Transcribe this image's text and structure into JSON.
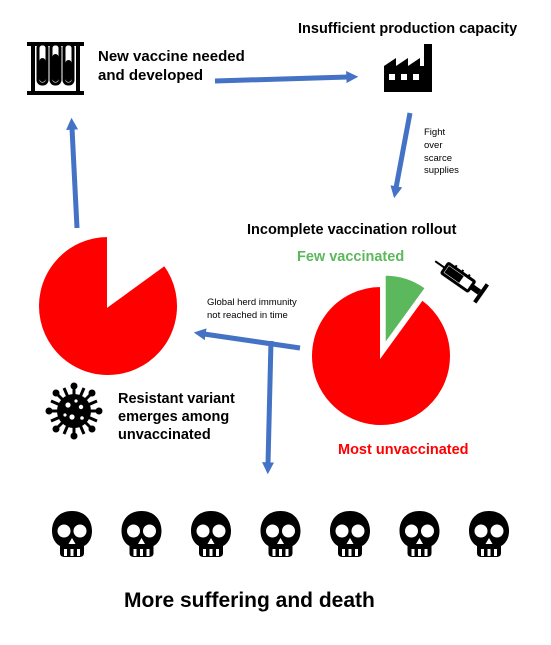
{
  "nodes": {
    "new_vaccine": [
      "New vaccine needed",
      "and developed"
    ],
    "production": "Insufficient production capacity",
    "fight": [
      "Fight",
      "over",
      "scarce",
      "supplies"
    ],
    "rollout": "Incomplete vaccination rollout",
    "few_vaccinated": "Few vaccinated",
    "most_unvaccinated": "Most unvaccinated",
    "herd_immunity": [
      "Global herd immunity",
      "not reached in time"
    ],
    "resistant_variant": [
      "Resistant variant",
      "emerges among",
      "unvaccinated"
    ],
    "outcome": "More suffering and death"
  },
  "chart_data": [
    {
      "type": "pie",
      "slices": [
        {
          "label": "Few vaccinated",
          "value": 10,
          "color": "#5cb85c"
        },
        {
          "label": "Most unvaccinated",
          "value": 90,
          "color": "#ff0000"
        }
      ]
    },
    {
      "type": "pie",
      "slices": [
        {
          "value": 15,
          "color": "#ffffff"
        },
        {
          "value": 85,
          "color": "#ff0000"
        }
      ]
    }
  ],
  "colors": {
    "arrow": "#4472c4",
    "red": "#ff0000",
    "green": "#5cb85c",
    "few_text": "#5cb85c",
    "most_text": "#ff0000"
  },
  "icons": {
    "test_tubes": "test-tubes-icon",
    "factory": "factory-icon",
    "syringe": "syringe-icon",
    "virus": "virus-icon",
    "skull": "skull-icon"
  },
  "skull_count": 7
}
